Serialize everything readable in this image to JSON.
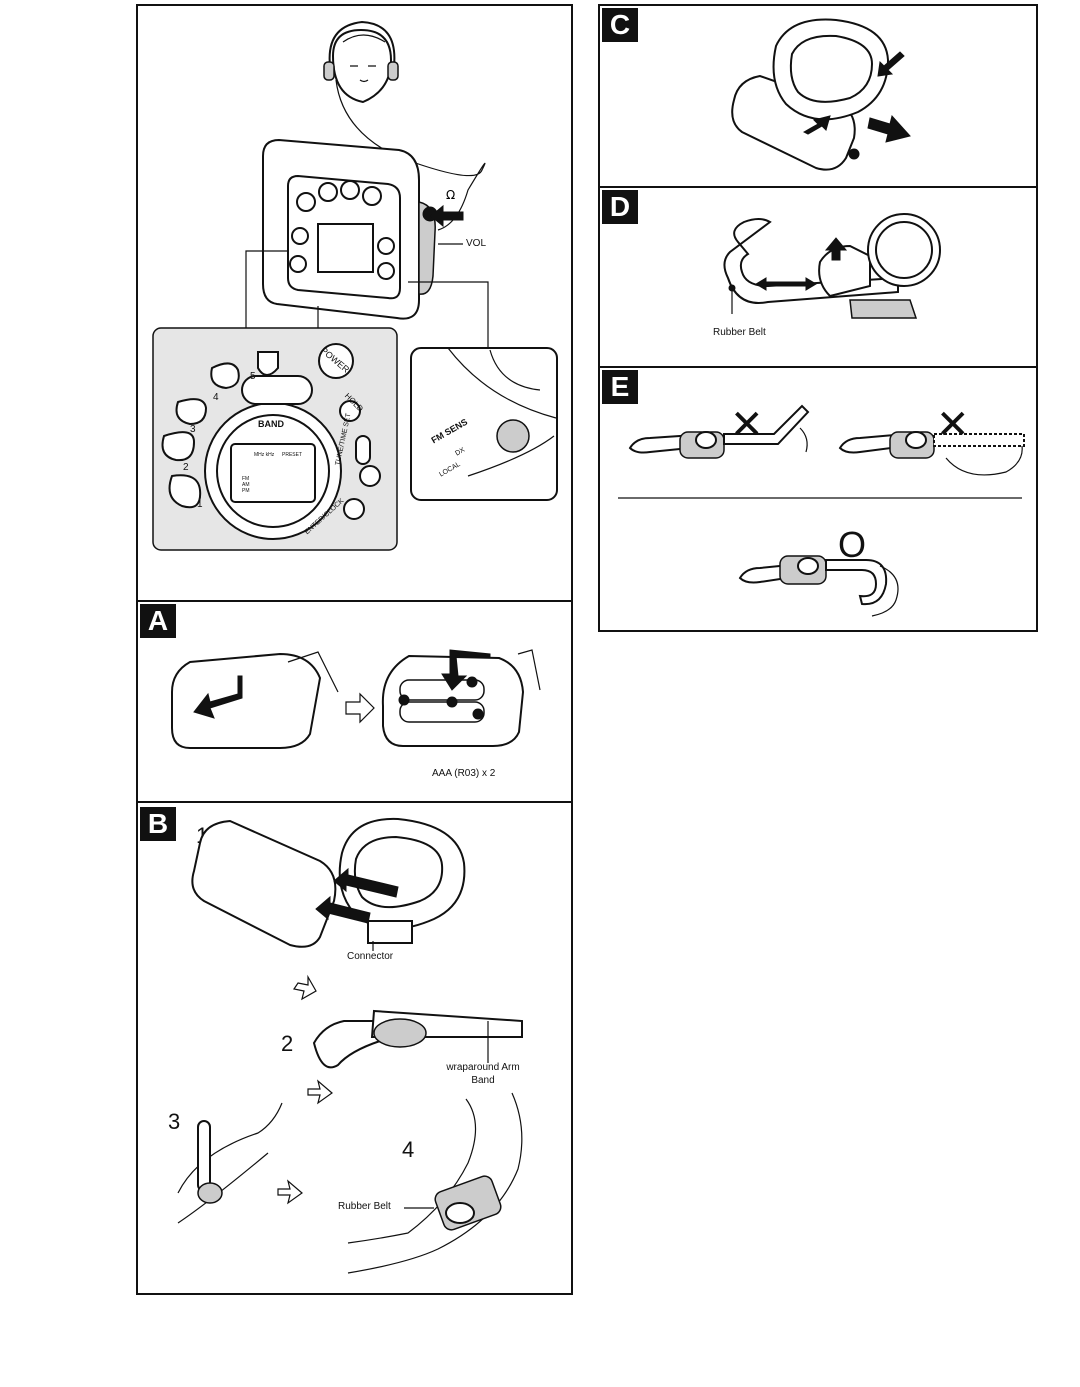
{
  "controls": {
    "vol": "VOL",
    "band": "BAND",
    "power": "POWER",
    "hold": "HOLD",
    "tune_time_set": "TUNE/TIME SET",
    "enter_clock": "ENTER/CLOCK",
    "display_units": "MHz kHz",
    "display_preset": "PRESET",
    "display_bands": [
      "FM",
      "AM",
      "PM"
    ],
    "preset_numbers": [
      "1",
      "2",
      "3",
      "4",
      "5"
    ],
    "fm_sens": "FM SENS",
    "dx": "DX",
    "local": "LOCAL"
  },
  "sections": {
    "a": {
      "badge": "A",
      "battery_label": "AAA (R03) x 2"
    },
    "b": {
      "badge": "B",
      "steps": [
        "1",
        "2",
        "3",
        "4"
      ],
      "connector": "Connector",
      "arm_band": "wraparound Arm Band",
      "rubber_belt": "Rubber Belt"
    },
    "c": {
      "badge": "C"
    },
    "d": {
      "badge": "D",
      "rubber_belt": "Rubber Belt"
    },
    "e": {
      "badge": "E",
      "wrong_mark": "✕",
      "right_mark": "O"
    }
  }
}
